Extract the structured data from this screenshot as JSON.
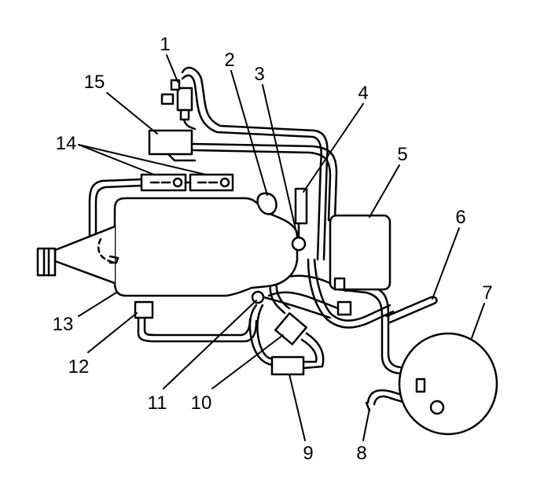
{
  "callouts": [
    {
      "id": "1",
      "label": "1"
    },
    {
      "id": "2",
      "label": "2"
    },
    {
      "id": "3",
      "label": "3"
    },
    {
      "id": "4",
      "label": "4"
    },
    {
      "id": "5",
      "label": "5"
    },
    {
      "id": "6",
      "label": "6"
    },
    {
      "id": "7",
      "label": "7"
    },
    {
      "id": "8",
      "label": "8"
    },
    {
      "id": "9",
      "label": "9"
    },
    {
      "id": "10",
      "label": "10"
    },
    {
      "id": "11",
      "label": "11"
    },
    {
      "id": "12",
      "label": "12"
    },
    {
      "id": "13",
      "label": "13"
    },
    {
      "id": "14",
      "label": "14"
    },
    {
      "id": "15",
      "label": "15"
    }
  ],
  "colors": {
    "line": "#000000",
    "fill": "#ffffff"
  }
}
